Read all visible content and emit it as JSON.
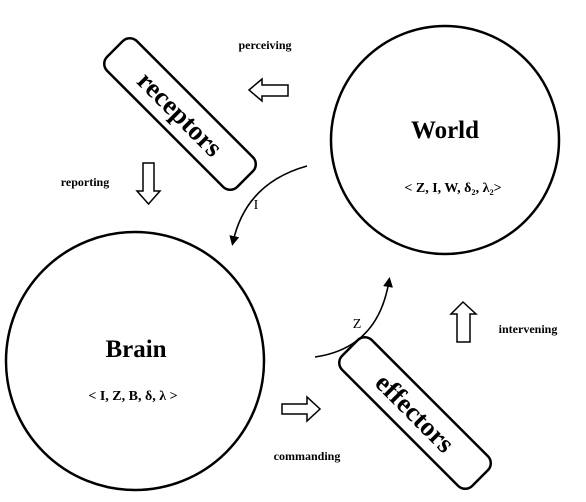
{
  "world": {
    "title": "World",
    "tuple": "< Z, I, W, δ₂, λ₂>"
  },
  "brain": {
    "title": "Brain",
    "tuple": "< I, Z, B, δ, λ >"
  },
  "receptors": {
    "label": "receptors"
  },
  "effectors": {
    "label": "effectors"
  },
  "flows": {
    "perceiving": "perceiving",
    "reporting": "reporting",
    "commanding": "commanding",
    "intervening": "intervening"
  },
  "signals": {
    "input": "I",
    "output": "Z"
  }
}
